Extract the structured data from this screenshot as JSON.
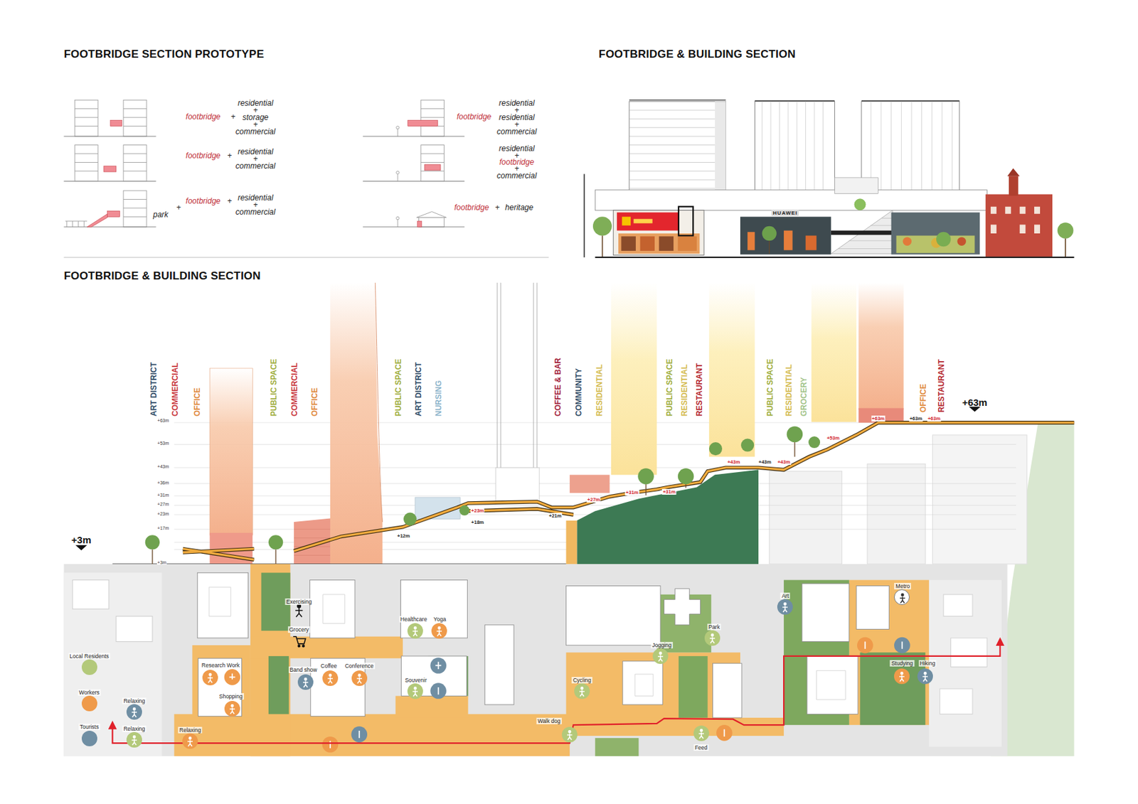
{
  "diagram": {
    "nodes": [
      {
        "text": [
          "Relaxing"
        ]
      },
      {
        "text": [
          "Relaxing"
        ]
      },
      {
        "text": [
          "Relaxing"
        ]
      },
      {
        "text": [
          "Research Work"
        ]
      },
      {
        "text": [
          "Shopping"
        ]
      },
      {
        "text": [
          "Band show"
        ]
      },
      {
        "text": [
          "Coffee"
        ]
      },
      {
        "text": [
          "Conference"
        ]
      },
      {
        "text": [
          "Healthcare"
        ]
      },
      {
        "text": [
          "Yoga"
        ]
      },
      {
        "text": [
          "Souvenir"
        ]
      },
      {
        "text": [
          "Cycling"
        ]
      },
      {
        "text": [
          "Walk dog"
        ]
      },
      {
        "text": [
          "Jogging"
        ]
      },
      {
        "text": [
          "Park"
        ]
      },
      {
        "text": [
          "Feed"
        ]
      },
      {
        "text": [
          "Art"
        ]
      },
      {
        "text": [
          "Metro"
        ]
      },
      {
        "text": [
          "Studying"
        ]
      },
      {
        "text": [
          "Hiking"
        ]
      }
    ],
    "labels": [
      "FOOTBRIDGE SECTION PROTOTYPE",
      "FOOTBRIDGE & BUILDING SECTION",
      "FOOTBRIDGE & BUILDING SECTION",
      "footbridge",
      "+",
      "residential + storage + commercial",
      "footbridge",
      "+",
      "residential + commercial",
      "park",
      "+",
      "footbridge",
      "+",
      "residential + commercial",
      "residential + residential + commercial",
      "footbridge",
      "residential +",
      "footbridge",
      "+ commercial",
      "footbridge",
      "+",
      "heritage",
      "HUAWEI",
      "+3m",
      "+63m",
      "+63m",
      "+53m",
      "+43m",
      "+36m",
      "+31m",
      "+27m",
      "+23m",
      "+17m",
      "+3m",
      "+12m",
      "+23m",
      "+18m",
      "+21m",
      "+27m",
      "+31m",
      "+31m",
      "+43m",
      "+43m",
      "+43m",
      "+53m",
      "+63m",
      "+63m",
      "+63m",
      "ART DISTRICT",
      "COMMERCIAL",
      "OFFICE",
      "PUBLIC SPACE",
      "COMMERCIAL",
      "OFFICE",
      "PUBLIC SPACE",
      "ART DISTRICT",
      "NURSING",
      "COFFEE & BAR",
      "COMMUNITY",
      "RESIDENTIAL",
      "PUBLIC SPACE",
      "RESIDENTIAL",
      "RESTAURANT",
      "PUBLIC SPACE",
      "RESIDENTIAL",
      "GROCERY",
      "OFFICE",
      "RESTAURANT",
      "Exercising",
      "Grocery"
    ],
    "legend": [
      {
        "text": "Local Residents",
        "color": "#b3c97a"
      },
      {
        "text": "Workers",
        "color": "#ef9a4a"
      },
      {
        "text": "Tourists",
        "color": "#6f8ea3"
      }
    ]
  }
}
